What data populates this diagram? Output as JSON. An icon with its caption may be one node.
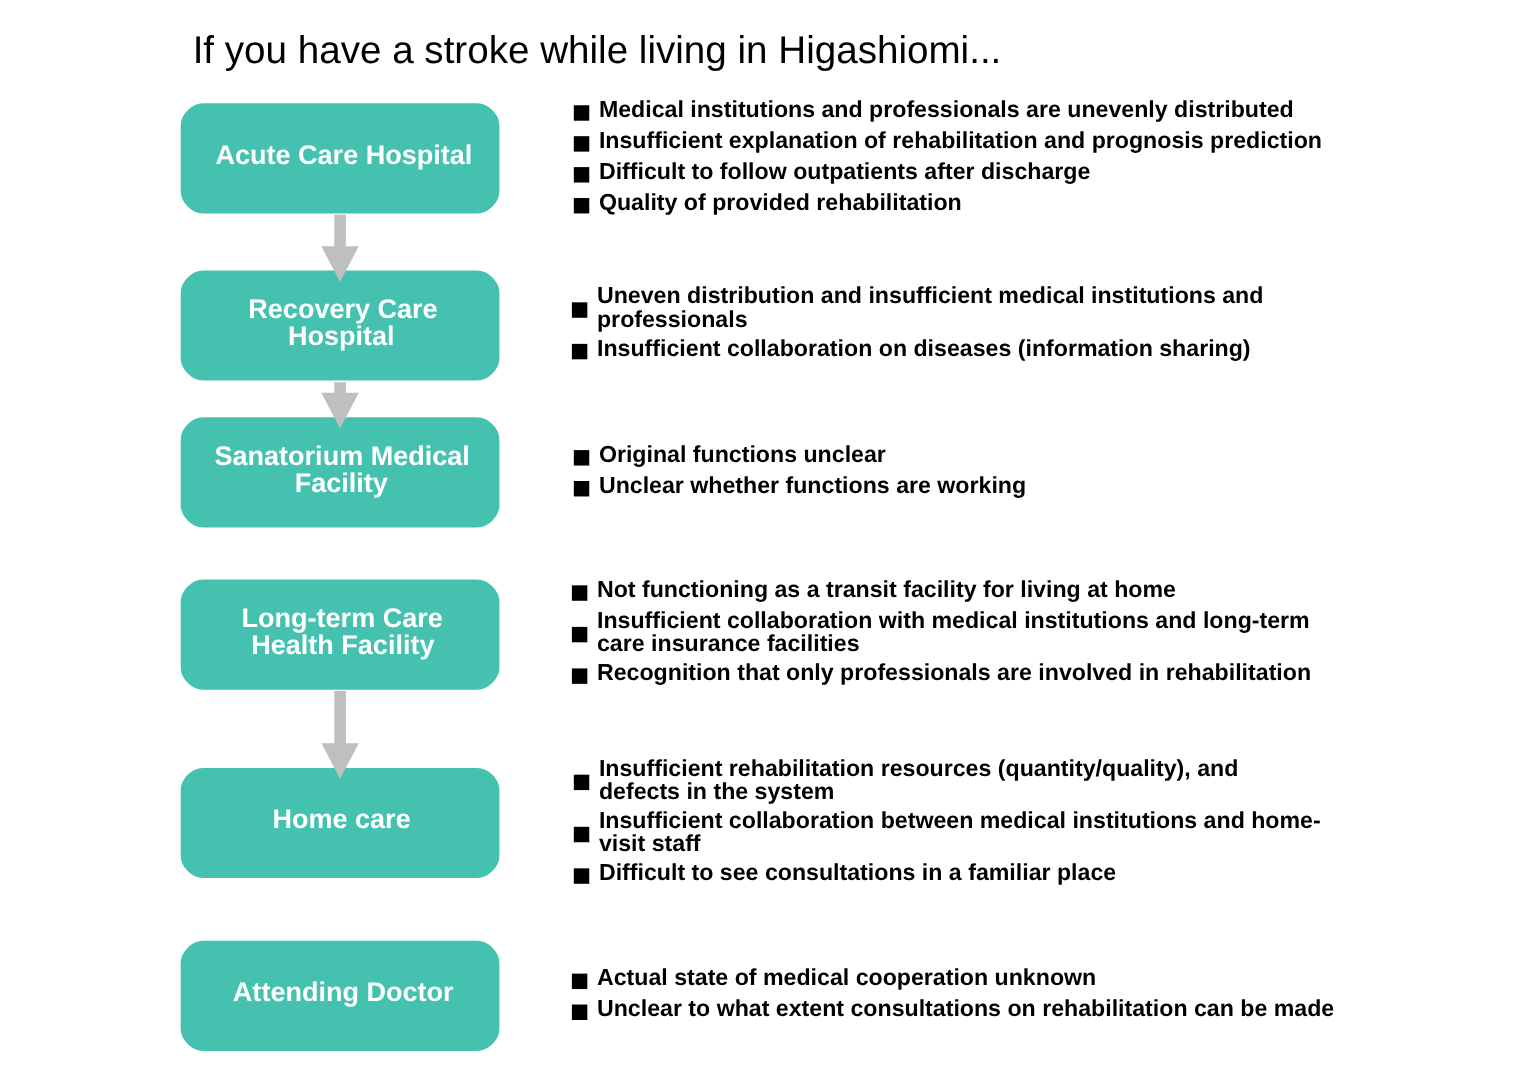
{
  "diagram": {
    "title": "If you have a stroke while living in Higashiomi...",
    "nodes": [
      {
        "text": [
          "Acute Care Hospital"
        ],
        "beside": [
          "Medical institutions and professionals are unevenly distributed",
          "Insufficient explanation of rehabilitation and prognosis prediction",
          "Difficult to follow outpatients after discharge",
          "Quality of provided rehabilitation"
        ]
      },
      {
        "text": [
          "Recovery Care Hospital"
        ],
        "beside": [
          "Uneven distribution and insufficient medical institutions and professionals",
          "Insufficient collaboration on diseases (information sharing)"
        ]
      },
      {
        "text": [
          "Sanatorium Medical Facility"
        ],
        "beside": [
          "Original functions unclear",
          "Unclear whether functions are working"
        ]
      },
      {
        "text": [
          "Long-term Care Health Facility"
        ],
        "beside": [
          "Not functioning as a transit facility for living at home",
          "Insufficient collaboration with medical institutions and long-term care insurance facilities",
          "Recognition that only professionals are involved in rehabilitation"
        ]
      },
      {
        "text": [
          "Home care"
        ],
        "beside": [
          "Insufficient rehabilitation resources (quantity/quality), and defects in the system",
          "Insufficient collaboration between medical institutions and home-visit staff",
          "Difficult to see consultations in a familiar place"
        ]
      },
      {
        "text": [
          "Attending Doctor"
        ],
        "beside": [
          "Actual state of medical cooperation unknown",
          "Unclear to what extent consultations on rehabilitation can be made"
        ]
      }
    ],
    "edges": [
      {
        "from": 0,
        "to": 1,
        "arrow": "to"
      },
      {
        "from": 1,
        "to": 2,
        "arrow": "to"
      },
      {
        "from": 3,
        "to": 4,
        "arrow": "to"
      }
    ]
  }
}
